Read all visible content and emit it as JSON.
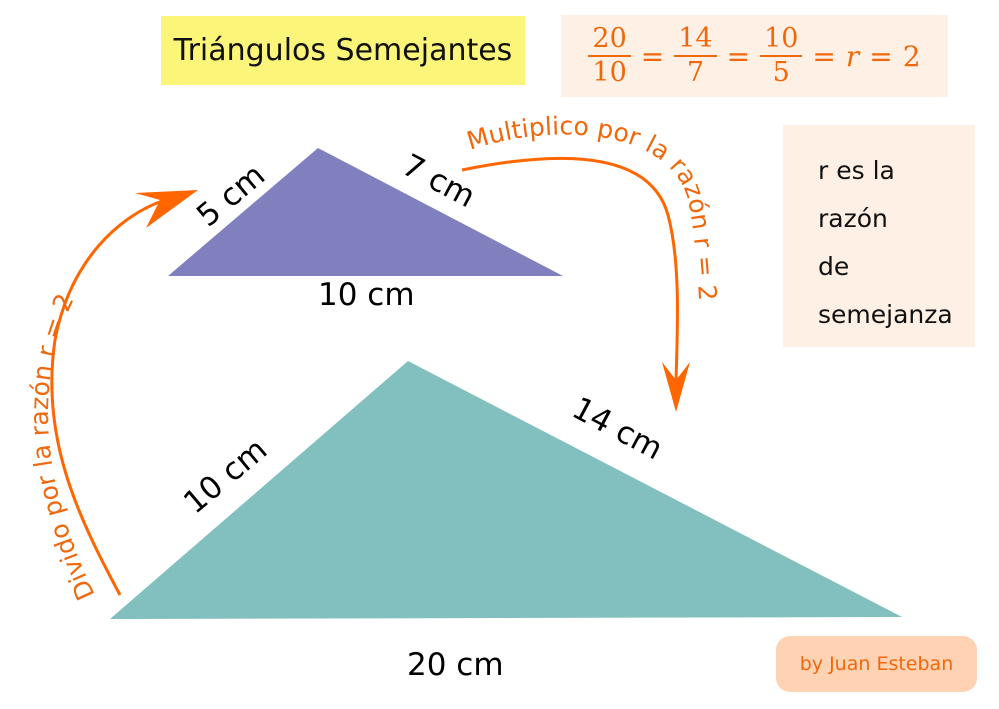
{
  "title": "Triángulos Semejantes",
  "formula": {
    "fractions": [
      {
        "num": "20",
        "den": "10"
      },
      {
        "num": "14",
        "den": "7"
      },
      {
        "num": "10",
        "den": "5"
      }
    ],
    "equals": "=",
    "r": "r",
    "value": "2"
  },
  "note": {
    "lines": [
      "r es la",
      "razón",
      "de",
      "semejanza"
    ]
  },
  "small_triangle": {
    "color": "#8080bf",
    "labels": {
      "left": "5 cm",
      "right": "7 cm",
      "base": "10 cm"
    }
  },
  "big_triangle": {
    "color": "#82bfbf",
    "labels": {
      "left": "10 cm",
      "right": "14 cm",
      "base": "20 cm"
    }
  },
  "arrows": {
    "color": "#ff6600",
    "multiply": "Multiplico por la razón r = 2",
    "divide": "Divido por la razón r = 2"
  },
  "credit": "by Juan Esteban"
}
